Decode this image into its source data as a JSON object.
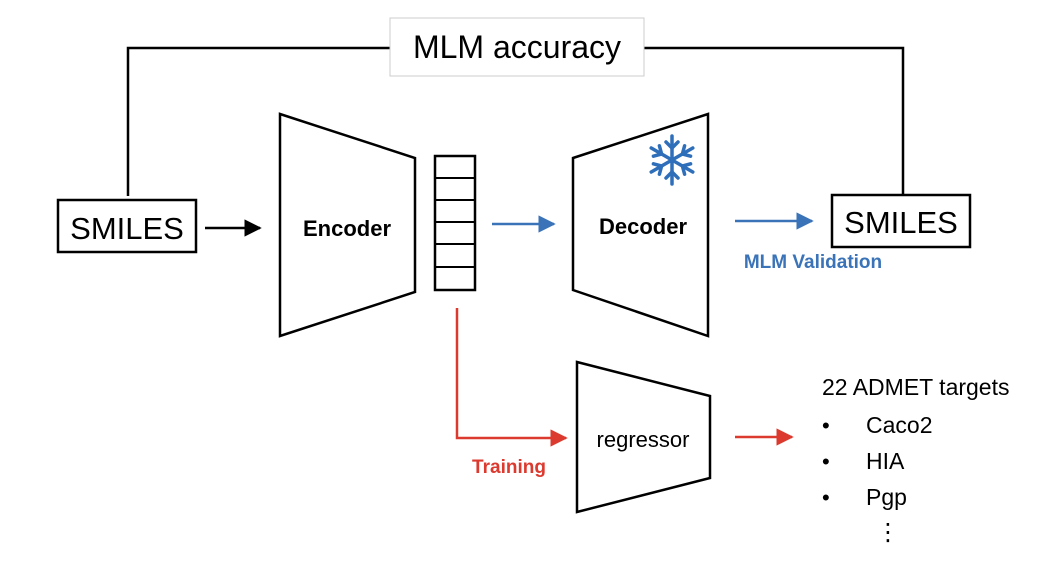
{
  "metric_label": "MLM accuracy",
  "input_label": "SMILES",
  "output_label": "SMILES",
  "encoder_label": "Encoder",
  "decoder_label": "Decoder",
  "regressor_label": "regressor",
  "validation_label": "MLM Validation",
  "training_label": "Training",
  "targets_title": "22 ADMET targets",
  "targets": [
    "Caco2",
    "HIA",
    "Pgp"
  ],
  "bullet": "•",
  "ellipsis": "⋮",
  "frozen_icon": "snowflake-icon",
  "colors": {
    "line": "#000000",
    "validation": "#3a73b8",
    "training": "#dc3a2e",
    "snowflake": "#2f6fba",
    "metric_box_border": "#cccccc"
  }
}
